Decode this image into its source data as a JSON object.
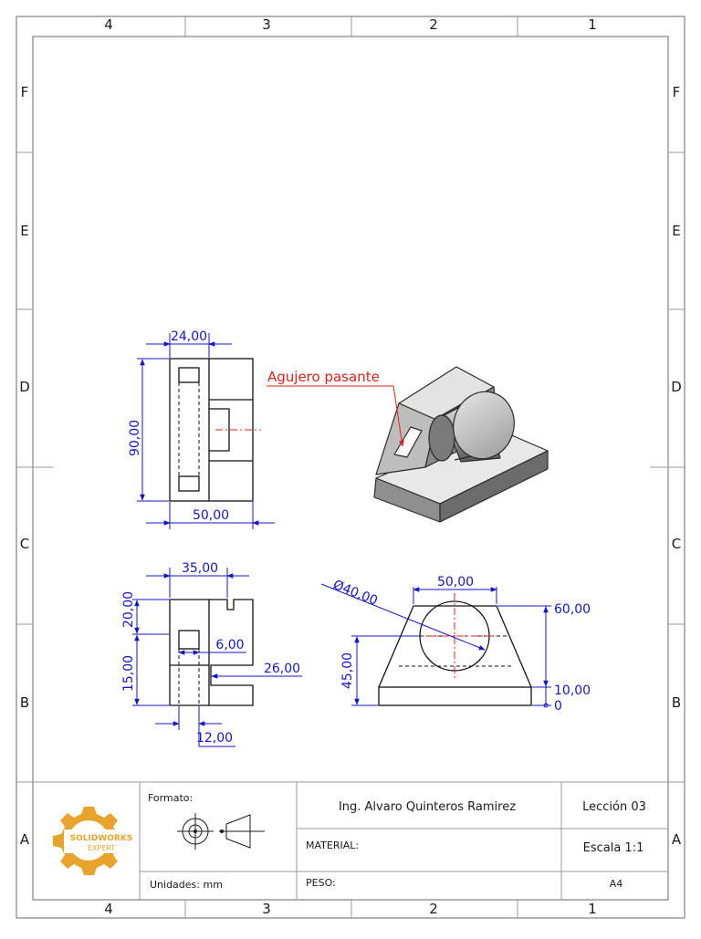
{
  "zones": {
    "cols_top": [
      "4",
      "3",
      "2",
      "1"
    ],
    "cols_bottom": [
      "4",
      "3",
      "2",
      "1"
    ],
    "rows": [
      "F",
      "E",
      "D",
      "C",
      "B",
      "A"
    ]
  },
  "annotation": {
    "through_hole": "Agujero pasante"
  },
  "dimensions": {
    "top_width": "24,00",
    "top_height": "90,00",
    "top_bottom_width": "50,00",
    "side_top_width": "35,00",
    "side_upper_height": "20,00",
    "side_lower_height": "15,00",
    "side_slot": "6,00",
    "side_depth": "26,00",
    "side_bottom": "12,00",
    "front_diameter": "Ø40,00",
    "front_top_width": "50,00",
    "front_height": "45,00",
    "front_top_ordinate": "60,00",
    "front_mid_ordinate": "10,00",
    "front_zero": "0"
  },
  "title_block": {
    "logo_line1": "SOLIDWORKS",
    "logo_line2": "EXPERT",
    "format_label": "Formato:",
    "units": "Unidades: mm",
    "author": "Ing. Alvaro Quinteros Ramirez",
    "material": "MATERIAL:",
    "weight": "PESO:",
    "lesson": "Lección 03",
    "scale": "Escala 1:1",
    "sheet_size": "A4"
  },
  "colors": {
    "dimension": "#1515c8",
    "annotation": "#e0201a",
    "logo": "#e7a32a"
  }
}
